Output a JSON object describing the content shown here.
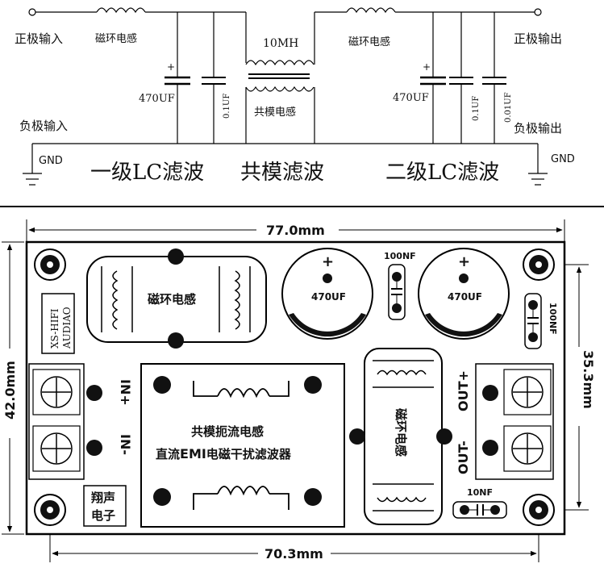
{
  "schematic": {
    "pos_input": "正极输入",
    "neg_input": "负极输入",
    "pos_output": "正极输出",
    "neg_output": "负极输出",
    "gnd_left": "GND",
    "gnd_right": "GND",
    "inductor_left": "磁环电感",
    "inductor_right": "磁环电感",
    "cm_value": "10MH",
    "cm_label": "共模电感",
    "cap1": "470UF",
    "cap1_plus": "+",
    "cap2": "0.1UF",
    "cap3": "470UF",
    "cap3_plus": "+",
    "cap4": "0.1UF",
    "cap5": "0.01UF",
    "stage1": "一级LC滤波",
    "stage2": "共模滤波",
    "stage3": "二级LC滤波"
  },
  "pcb": {
    "width_dim": "77.0mm",
    "height_dim": "42.0mm",
    "hole_span_v": "35.3mm",
    "hole_span_h": "70.3mm",
    "brand_line1": "XS-HIFI",
    "brand_line2": "AUDIAO",
    "maker_line1": "翔声",
    "maker_line2": "电子",
    "toroid_left": "磁环电感",
    "toroid_right": "磁环电感",
    "cap_left_value": "470UF",
    "cap_left_plus": "+",
    "cap_right_value": "470UF",
    "cap_right_plus": "+",
    "cap_100nf_top": "100NF",
    "cap_100nf_right": "100NF",
    "cap_10nf": "10NF",
    "in_pos": "IN+",
    "in_neg": "IN-",
    "out_pos": "OUT+",
    "out_neg": "OUT-",
    "cm_title1": "共模扼流电感",
    "cm_title2_pre": "直流",
    "cm_title2_bold": "EMI",
    "cm_title2_post": "电磁干扰滤波器"
  }
}
